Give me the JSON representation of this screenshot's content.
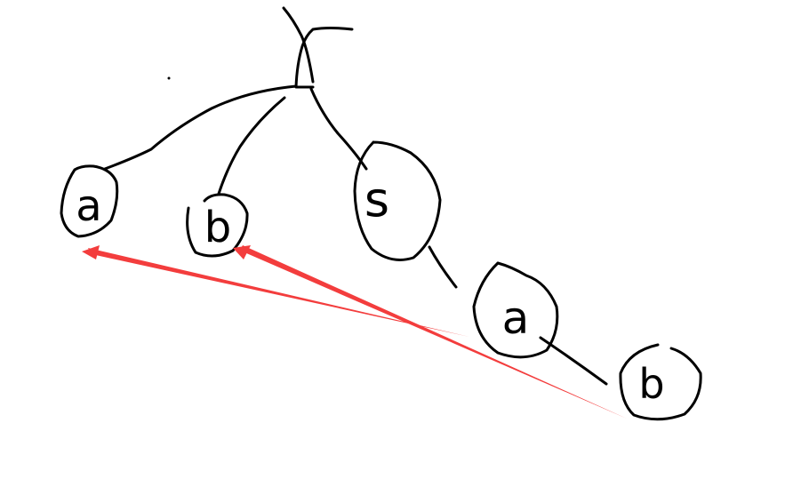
{
  "diagram": {
    "type": "hand-drawn tree",
    "root": {
      "shape": "hand-drawn Y/fork stroke",
      "label": ""
    },
    "nodes": [
      {
        "id": "a-left",
        "label": "a"
      },
      {
        "id": "b-middle",
        "label": "b"
      },
      {
        "id": "s-right",
        "label": "s"
      },
      {
        "id": "a-lower",
        "label": "a"
      },
      {
        "id": "b-lower",
        "label": "b"
      }
    ],
    "edges": [
      [
        "root",
        "a-left"
      ],
      [
        "root",
        "b-middle"
      ],
      [
        "root",
        "s-right"
      ],
      [
        "s-right",
        "a-lower"
      ],
      [
        "a-lower",
        "b-lower"
      ]
    ],
    "pointer_arrows": [
      {
        "from": "b-lower",
        "to": "a-left"
      },
      {
        "from": "b-lower",
        "to": "b-middle"
      }
    ],
    "colors": {
      "ink": "#000000",
      "arrow": "#f33d3d",
      "background": "#ffffff"
    }
  }
}
